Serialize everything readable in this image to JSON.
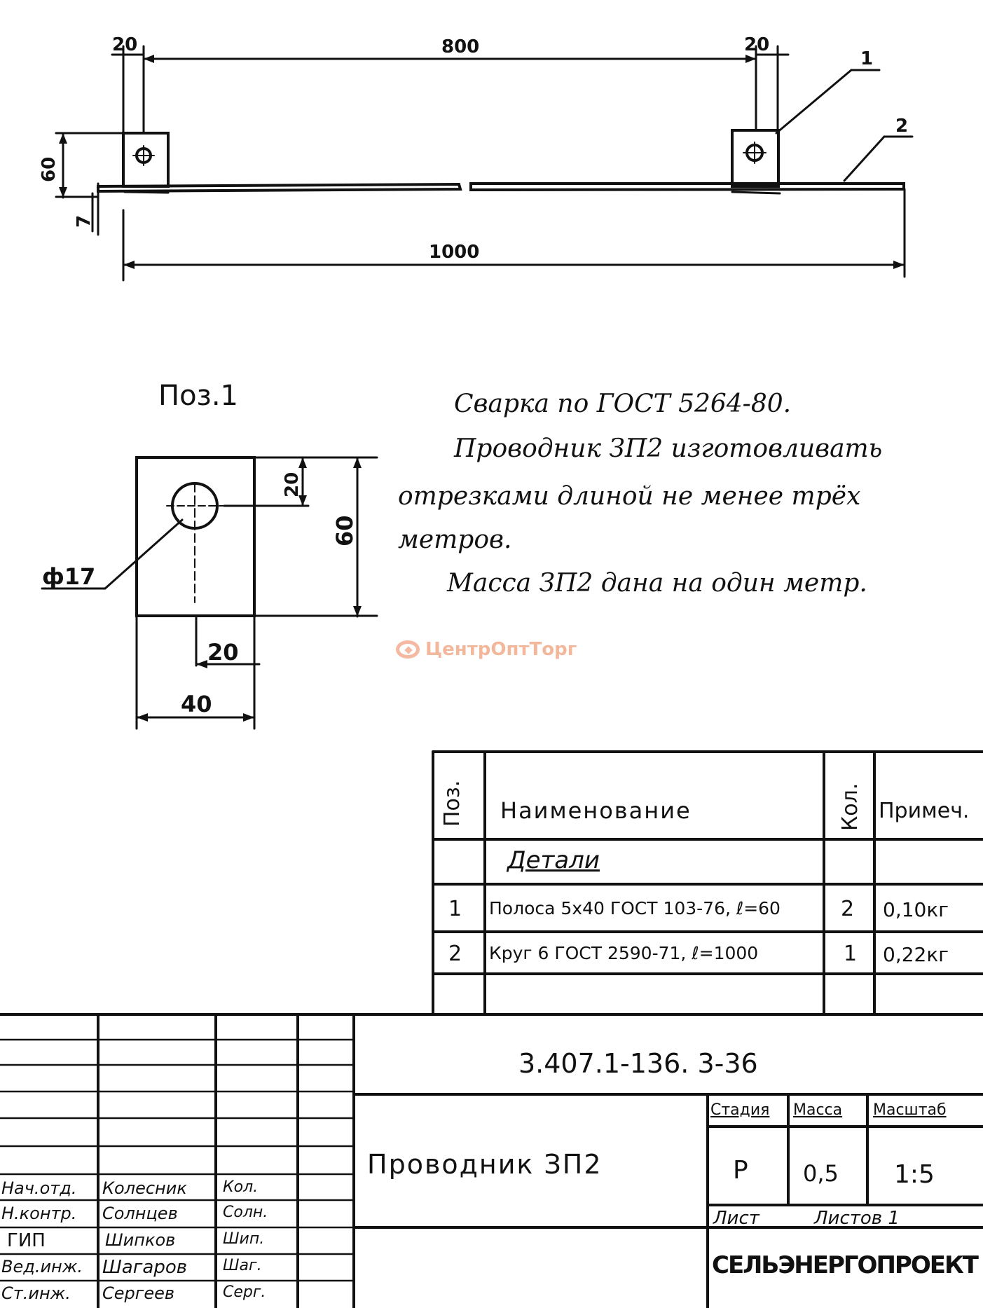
{
  "drawing": {
    "dims": {
      "left_tab_width": "20",
      "span_length": "800",
      "right_tab_width": "20",
      "tab_height": "60",
      "offset": "7",
      "total_length": "1000",
      "leader_1": "1",
      "leader_2": "2"
    },
    "detail": {
      "title": "Поз.1",
      "hole_offset": "20",
      "height": "60",
      "hole_diameter": "ф17",
      "hole_center": "20",
      "width": "40"
    }
  },
  "notes": [
    "Сварка по ГОСТ 5264-80.",
    "Проводник ЗП2 изготовливать",
    "отрезками длиной не менее трёх",
    "метров.",
    "Масса ЗП2 дана на один метр."
  ],
  "watermark": {
    "text": "ЦентрОптТорг"
  },
  "spec_table": {
    "headers": [
      "Поз.",
      "Наименование",
      "Кол.",
      "Примеч."
    ],
    "section": "Детали",
    "rows": [
      [
        "1",
        "Полоса 5х40 ГОСТ 103-76, ℓ=60",
        "2",
        "0,10кг"
      ],
      [
        "2",
        "Круг 6 ГОСТ 2590-71, ℓ=1000",
        "1",
        "0,22кг"
      ]
    ]
  },
  "title_block": {
    "doc_number": "3.407.1-136. 3-36",
    "item_name": "Проводник ЗП2",
    "stage_header": "Стадия",
    "mass_header": "Масса",
    "scale_header": "Масштаб",
    "stage": "Р",
    "mass": "0,5",
    "scale": "1:5",
    "sheet_label": "Лист",
    "sheets_label": "Листов 1",
    "org": "СЕЛЬЭНЕРГОПРОЕКТ",
    "signatures": [
      {
        "role": "Нач.отд.",
        "name": "Колесник",
        "sign": "Кол."
      },
      {
        "role": "Н.контр.",
        "name": "Солнцев",
        "sign": "Солн."
      },
      {
        "role": "ГИП",
        "name": "Шипков",
        "sign": "Шип."
      },
      {
        "role": "Вед.инж.",
        "name": "Шагаров",
        "sign": "Шаг."
      },
      {
        "role": "Ст.инж.",
        "name": "Сергеев",
        "sign": "Серг."
      }
    ]
  }
}
